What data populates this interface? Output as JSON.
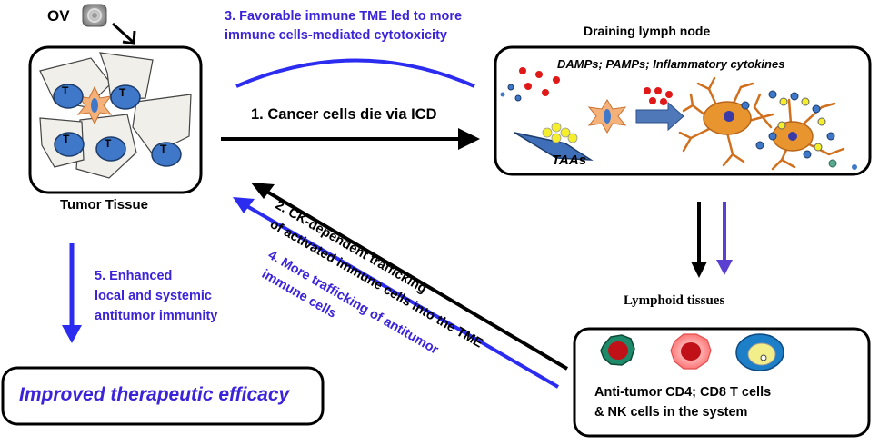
{
  "labels": {
    "ov": "OV",
    "tumor_tissue": "Tumor Tissue",
    "tumor_cell": "T",
    "step1": "1.  Cancer cells die via ICD",
    "step2_line1": "2.  CK-dependent trafficking",
    "step2_line2": "of activated immune cells into the TME",
    "step3_line1": "3. Favorable immune TME led to more",
    "step3_line2": "immune cells-mediated cytotoxicity",
    "step4_line1": "4. More trafficking of antitumor",
    "step4_line2": "immune cells",
    "step5_line1": "5. Enhanced",
    "step5_line2": "local and systemic",
    "step5_line3": "antitumor immunity",
    "draining_ln": "Draining lymph node",
    "ln_signals": "DAMPs; PAMPs; Inflammatory cytokines",
    "taas": "TAAs",
    "lymphoid": "Lymphoid  tissues",
    "lymphoid_cells_line1": "Anti-tumor CD4; CD8  T cells",
    "lymphoid_cells_line2": "& NK cells in the system",
    "outcome": "Improved therapeutic  efficacy"
  },
  "colors": {
    "blue_text": "#3b23d9",
    "blue_arrow": "#2b2cf0",
    "tumor_cell_fill": "#3f78c8",
    "stroma_fill": "#f0efea",
    "dc_fill": "#e8952f",
    "damp_red": "#e01818",
    "taa_yellow": "#f5ee2a"
  },
  "icons": [
    "virus-icon",
    "dendritic-cell-icon",
    "dendritic-cell-icon",
    "t-cell-icon",
    "nk-cell-icon"
  ]
}
